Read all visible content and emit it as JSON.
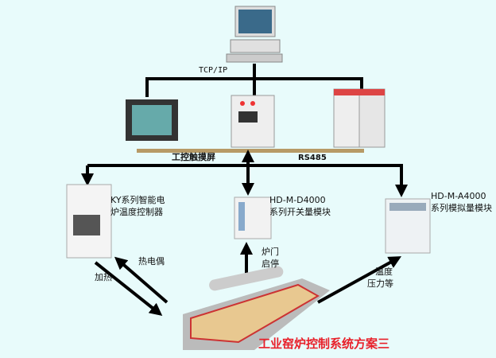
{
  "labels": {
    "tcp": "TCP/IP",
    "touch": "工控触摸屏",
    "rs485": "RS485",
    "ky1": "KY系列智能电",
    "ky2": "炉温度控制器",
    "d1": "HD-M-D4000",
    "d2": "系列开关量模块",
    "a1": "HD-M-A4000",
    "a2": "系列模拟量模块",
    "thermo": "热电偶",
    "heat": "加热",
    "door1": "炉门",
    "door2": "启停",
    "temp1": "温度",
    "temp2": "压力等",
    "title": "工业窑炉控制系统方案三"
  },
  "colors": {
    "background": "#e8fbfb",
    "bus": "#b79a66",
    "title": "#e8202a"
  }
}
